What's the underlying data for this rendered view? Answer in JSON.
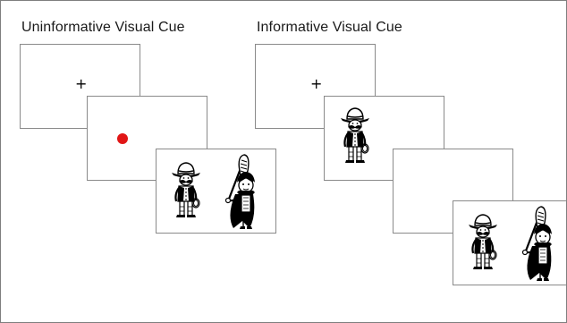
{
  "headings": {
    "left": "Uninformative Visual Cue",
    "right": "Informative Visual Cue"
  },
  "fixation_symbol": "+",
  "colors": {
    "cue_dot": "#e11616",
    "frame_border": "#8a8a8a",
    "ink": "#000000"
  },
  "icons": {
    "left_sequence": [
      "fixation-cross",
      "red-dot-cue",
      "cowboy-figure",
      "vampire-with-bat-figure"
    ],
    "right_sequence": [
      "fixation-cross",
      "cowboy-figure-cue",
      "blank-frame",
      "cowboy-figure",
      "vampire-with-bat-figure"
    ]
  }
}
